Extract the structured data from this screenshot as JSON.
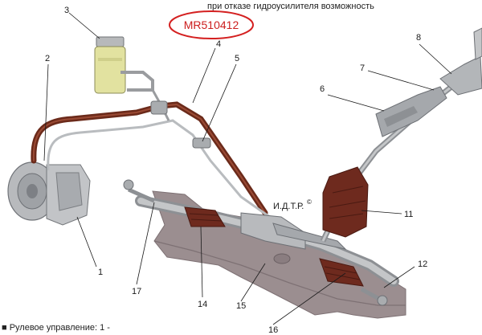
{
  "header_caption": "при отказе гидроусилителя возможность",
  "footer_caption": "Рулевое управление: 1 -",
  "part_code": "MR510412",
  "watermark": "И.Д.Т.Р.",
  "watermark_mark": "©",
  "callouts": [
    "1",
    "2",
    "3",
    "4",
    "5",
    "6",
    "7",
    "8",
    "11",
    "12",
    "14",
    "15",
    "16",
    "17"
  ],
  "colors": {
    "pipe": "#6b2a1a",
    "pipe_light": "#9a4a34",
    "frame": "#9b8e90",
    "frame_dark": "#7e7174",
    "metal": "#c4c6c8",
    "metal_dark": "#8d9094",
    "reservoir": "#e2e2a0",
    "boot": "#6e2a1e",
    "highlight": "#d42020"
  }
}
